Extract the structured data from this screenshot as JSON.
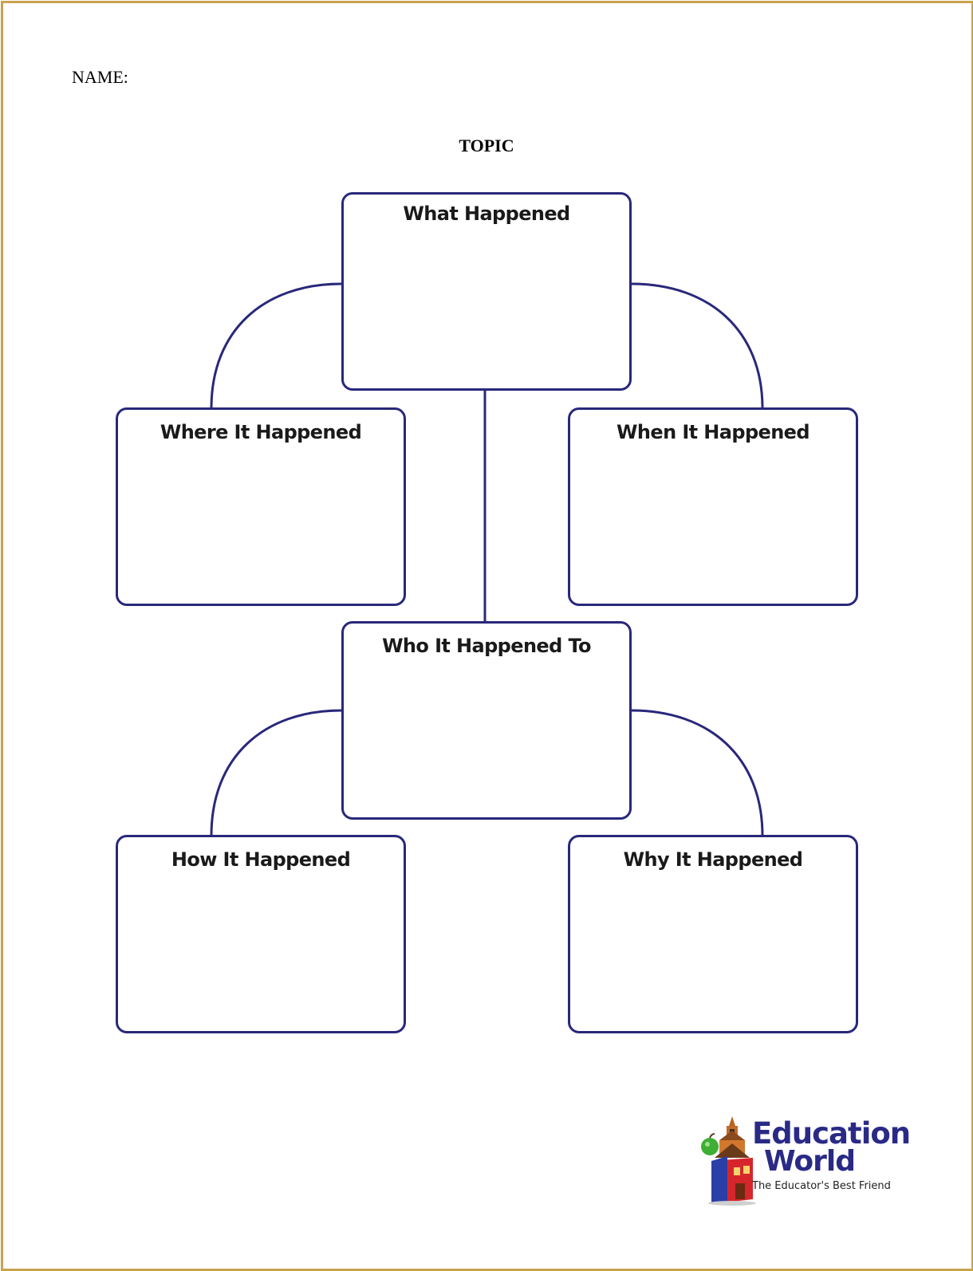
{
  "header": {
    "name_label": "NAME:",
    "topic_label": "TOPIC"
  },
  "boxes": {
    "what": "What Happened",
    "where": "Where It Happened",
    "when": "When It Happened",
    "who": "Who It Happened To",
    "how": "How It Happened",
    "why": "Why It Happened"
  },
  "logo": {
    "line1": "Education",
    "line2": "World",
    "registered": "®",
    "tagline": "The Educator's Best Friend"
  },
  "colors": {
    "box_stroke": "#29287a",
    "frame": "#c8a24e",
    "logo_text": "#2a2a86"
  }
}
